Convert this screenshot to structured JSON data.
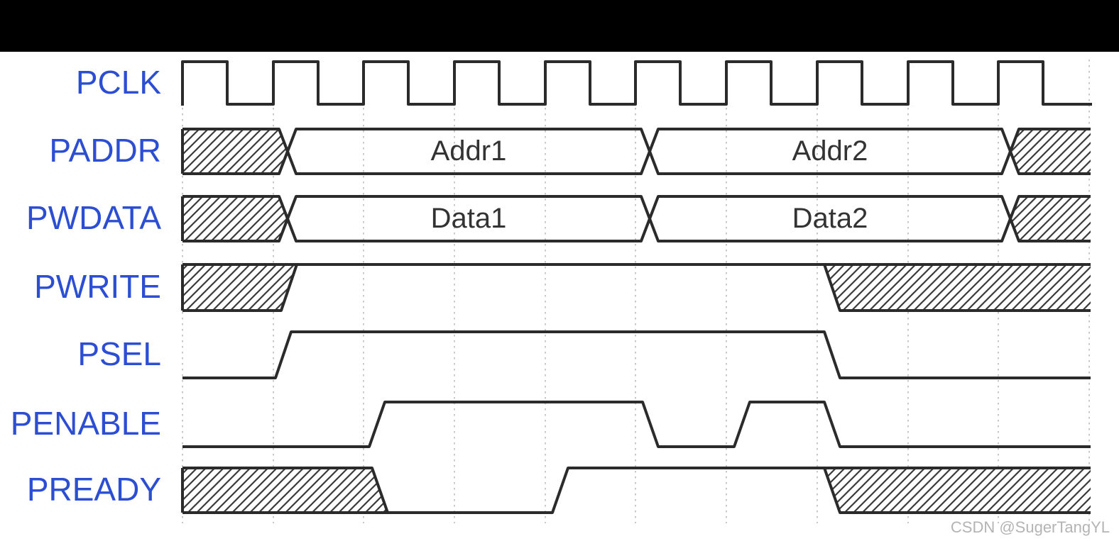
{
  "top_bar": {
    "color": "#000000"
  },
  "watermark": {
    "text": "CSDN @SugerTangYL",
    "color": "#b4b4b4"
  },
  "colors": {
    "signal_label": "#2b4ed2",
    "wave_line": "#2b2b2b",
    "grid_line": "#c8c8c8",
    "bus_text": "#333333",
    "hatch_line": "#3a3a3a",
    "background": "#ffffff"
  },
  "diagram": {
    "kind": "bus timing waveform",
    "clock_cycles_shown": 10.5,
    "signals": [
      {
        "name": "PCLK",
        "kind": "clock",
        "states": [
          "square wave, rising edge at every gridline"
        ]
      },
      {
        "name": "PADDR",
        "kind": "bus",
        "values": [
          "Addr1",
          "Addr2"
        ],
        "states": [
          "unknown T0-T1",
          "Addr1 T1-T5",
          "Addr2 T5-T9",
          "unknown T9-end"
        ]
      },
      {
        "name": "PWDATA",
        "kind": "bus",
        "values": [
          "Data1",
          "Data2"
        ],
        "states": [
          "unknown T0-T1",
          "Data1 T1-T5",
          "Data2 T5-T9",
          "unknown T9-end"
        ]
      },
      {
        "name": "PWRITE",
        "kind": "signal",
        "states": [
          "unknown T0-T1",
          "high T1-T7",
          "unknown T7-end"
        ]
      },
      {
        "name": "PSEL",
        "kind": "signal",
        "states": [
          "low T0-T1",
          "high T1-T7",
          "low T7-end"
        ]
      },
      {
        "name": "PENABLE",
        "kind": "signal",
        "states": [
          "low T0-T2",
          "high T2-T5",
          "low T5-T6",
          "high T6-T7",
          "low T7-end"
        ]
      },
      {
        "name": "PREADY",
        "kind": "signal",
        "states": [
          "unknown T0-T2",
          "low T2-T4",
          "high T4-T7",
          "unknown T7-end"
        ]
      }
    ]
  }
}
